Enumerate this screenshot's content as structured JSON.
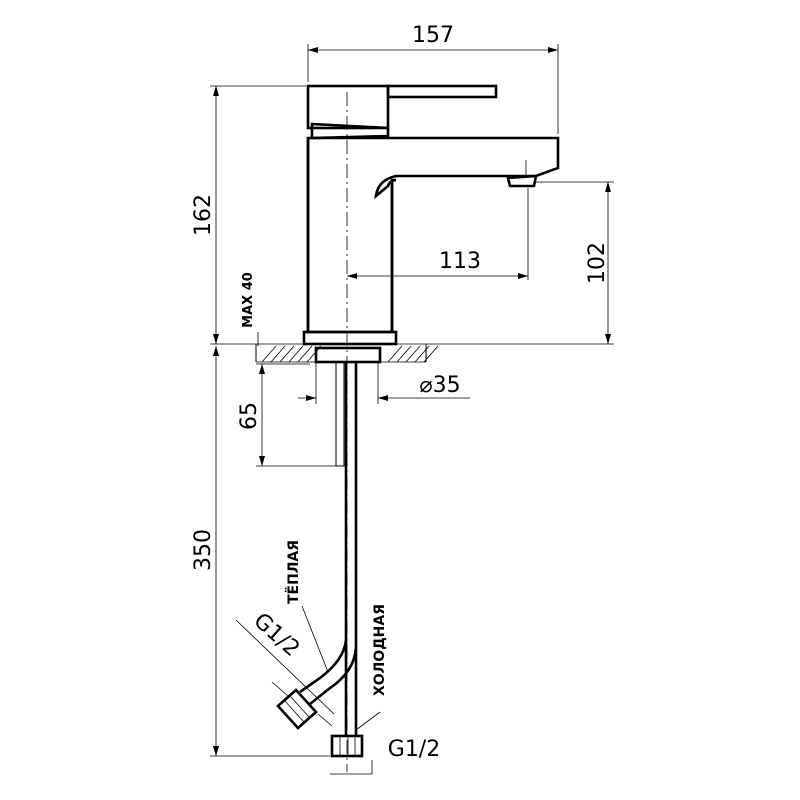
{
  "dimensions": {
    "width_top": "157",
    "height_total": "162",
    "spout_reach": "113",
    "spout_height": "102",
    "max_mount": "MAX 40",
    "base_diameter": "⌀35",
    "stud_length": "65",
    "hose_length": "350",
    "thread_warm": "G1/2",
    "thread_cold": "G1/2"
  },
  "labels": {
    "warm": "ТЁПЛАЯ",
    "cold": "ХОЛОДНАЯ"
  },
  "colors": {
    "ink": "#000000",
    "background": "#ffffff"
  }
}
